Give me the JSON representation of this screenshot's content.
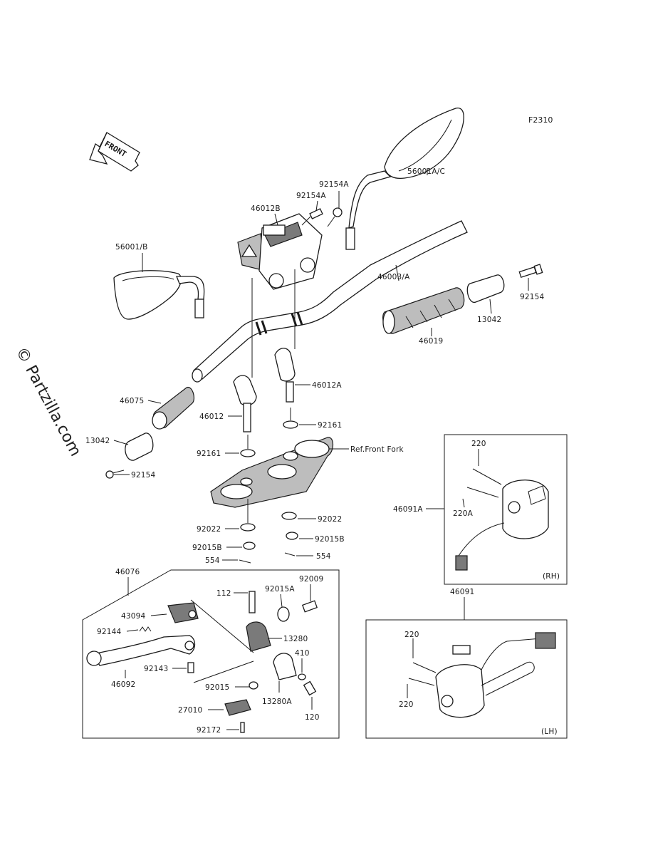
{
  "diagram_code": "F2310",
  "watermark": "© Partzilla.com",
  "front_arrow": "FRONT",
  "reference_note": "Ref.Front Fork",
  "group_labels": {
    "rh": "(RH)",
    "lh": "(LH)"
  },
  "labels": [
    {
      "id": "l-56001AC",
      "text": "56001A/C"
    },
    {
      "id": "l-92154A-1",
      "text": "92154A"
    },
    {
      "id": "l-92154A-2",
      "text": "92154A"
    },
    {
      "id": "l-46012B",
      "text": "46012B"
    },
    {
      "id": "l-56001B",
      "text": "56001/B"
    },
    {
      "id": "l-46003A",
      "text": "46003/A"
    },
    {
      "id": "l-92154-r",
      "text": "92154"
    },
    {
      "id": "l-13042-r",
      "text": "13042"
    },
    {
      "id": "l-46019",
      "text": "46019"
    },
    {
      "id": "l-46012A",
      "text": "46012A"
    },
    {
      "id": "l-46075",
      "text": "46075"
    },
    {
      "id": "l-46012",
      "text": "46012"
    },
    {
      "id": "l-92161-r",
      "text": "92161"
    },
    {
      "id": "l-13042-l",
      "text": "13042"
    },
    {
      "id": "l-92161-l",
      "text": "92161"
    },
    {
      "id": "l-92154-l",
      "text": "92154"
    },
    {
      "id": "l-92022-r",
      "text": "92022"
    },
    {
      "id": "l-92022-l",
      "text": "92022"
    },
    {
      "id": "l-92015B-r",
      "text": "92015B"
    },
    {
      "id": "l-92015B-l",
      "text": "92015B"
    },
    {
      "id": "l-554-r",
      "text": "554"
    },
    {
      "id": "l-554-l",
      "text": "554"
    },
    {
      "id": "l-46076",
      "text": "46076"
    },
    {
      "id": "l-92009",
      "text": "92009"
    },
    {
      "id": "l-112",
      "text": "112"
    },
    {
      "id": "l-92015A",
      "text": "92015A"
    },
    {
      "id": "l-43094",
      "text": "43094"
    },
    {
      "id": "l-13280",
      "text": "13280"
    },
    {
      "id": "l-92144",
      "text": "92144"
    },
    {
      "id": "l-410",
      "text": "410"
    },
    {
      "id": "l-92143",
      "text": "92143"
    },
    {
      "id": "l-46092",
      "text": "46092"
    },
    {
      "id": "l-92015",
      "text": "92015"
    },
    {
      "id": "l-13280A",
      "text": "13280A"
    },
    {
      "id": "l-27010",
      "text": "27010"
    },
    {
      "id": "l-120",
      "text": "120"
    },
    {
      "id": "l-92172",
      "text": "92172"
    },
    {
      "id": "l-220-rh",
      "text": "220"
    },
    {
      "id": "l-46091A",
      "text": "46091A"
    },
    {
      "id": "l-220A",
      "text": "220A"
    },
    {
      "id": "l-46091",
      "text": "46091"
    },
    {
      "id": "l-220-lh1",
      "text": "220"
    },
    {
      "id": "l-220-lh2",
      "text": "220"
    }
  ]
}
